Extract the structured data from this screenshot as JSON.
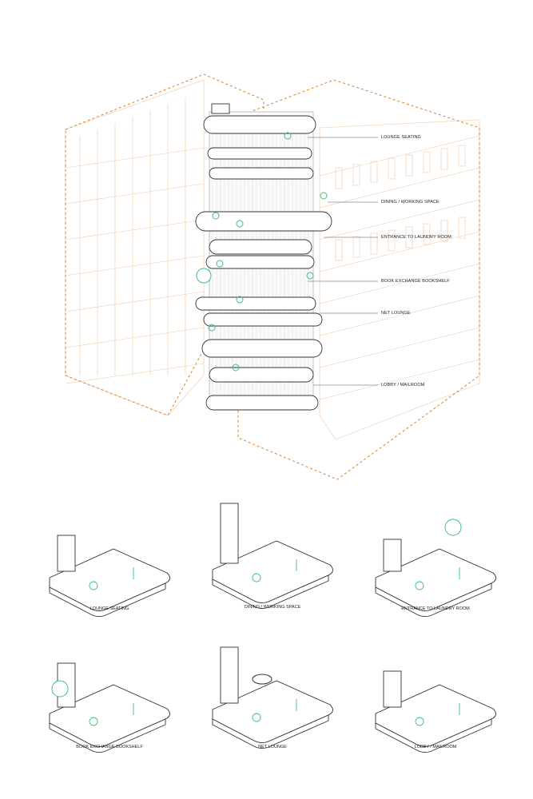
{
  "callouts": [
    "LOUNGE SEATING",
    "DINING / WORKING SPACE",
    "ENTRANCE TO LAUNDRY ROOM",
    "BOOK EXCHANGE BOOKSHELF",
    "NET LOUNGE",
    "LOBBY / MAILROOM"
  ],
  "captions": [
    "LOUNGE SEATING",
    "DINING / WORKING SPACE",
    "ENTRANCE TO LAUNDRY ROOM",
    "BOOK EXCHANGE BOOKSHELF",
    "NET LOUNGE",
    "LOBBY / MAILROOM"
  ],
  "colors": {
    "line": "#333333",
    "context": "#f1c9a3",
    "dashed": "#d9822b",
    "green": "#3fbf7f"
  }
}
